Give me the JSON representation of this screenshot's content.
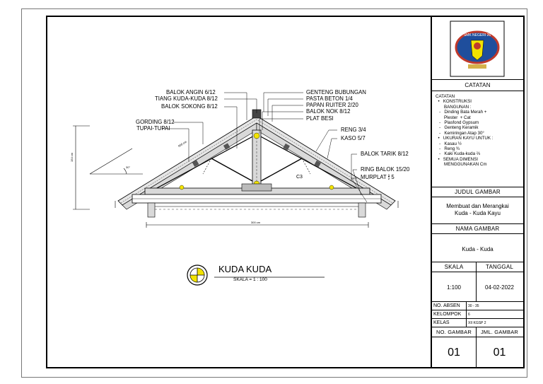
{
  "drawing": {
    "callouts_left": [
      "BALOK ANGIN 6/12",
      "TIANG KUDA-KUDA 8/12",
      "BALOK SOKONG 8/12",
      "GORDING 8/12",
      "TUPAI-TUPAI"
    ],
    "callouts_right": [
      "GENTENG BUBUNGAN",
      "PASTA BETON 1/4",
      "PAPAN RUITER 2/20",
      "BALOK NOK 8/12",
      "PLAT BESI",
      "RENG 3/4",
      "KASO 5/7",
      "BALOK TARIK 8/12",
      "RING BALOK 15/20"
    ],
    "murplat": "MURPLAT",
    "murplat_frac_num": "1",
    "murplat_frac_den": "2",
    "murplat_suffix": "5",
    "label_c3": "C3",
    "slope_dim": "660 cm",
    "span_dim": "300 cm",
    "height_dim": "154 cm",
    "angle": "30°",
    "title": "KUDA KUDA",
    "scale": "SKALA =  1 : 100"
  },
  "title_block": {
    "logo_text": "SMK NEGERI 26",
    "catatan_header": "CATATAN",
    "notes": "CATATAN\n  •   KONSTRUKSI\n       BANGUNAN :\n   -   Dinding Bata Merah +\n       Plester  + Cat\n   -   Plasfond Gypsum\n   -   Genteng Keramik\n   -   Kemiringan Atap 30°\n  •   UKURAN KAYU UNTUK :\n   -   Kasau ½\n   -   Reng ¾\n   -   Kaki Kuda-kuda ⅔\n  •   SEMUA DIMENSI\n       MENGGUNAKAN Cm",
    "judul_header": "JUDUL GAMBAR",
    "judul_value_1": "Membuat dan Merangkai",
    "judul_value_2": "Kuda - Kuda Kayu",
    "nama_header": "NAMA GAMBAR",
    "nama_value": "Kuda - Kuda",
    "skala_label": "SKALA",
    "tanggal_label": "TANGGAL",
    "skala_value": "1:100",
    "tanggal_value": "04-02-2022",
    "no_absen_label": "NO. ABSEN",
    "no_absen_value": "30 - 35",
    "kelompok_label": "KELOMPOK",
    "kelompok_value": "6",
    "kelas_label": "KELAS",
    "kelas_value": "XII KGSP 2",
    "no_gambar_label": "NO. GAMBAR",
    "jml_gambar_label": "JML. GAMBAR",
    "no_gambar_value": "01",
    "jml_gambar_value": "01"
  },
  "colors": {
    "line": "#000000",
    "wood": "#d9d9d9",
    "marker_yellow": "#f2e300",
    "logo_blue": "#1f4e9c",
    "logo_red": "#c0392b"
  }
}
